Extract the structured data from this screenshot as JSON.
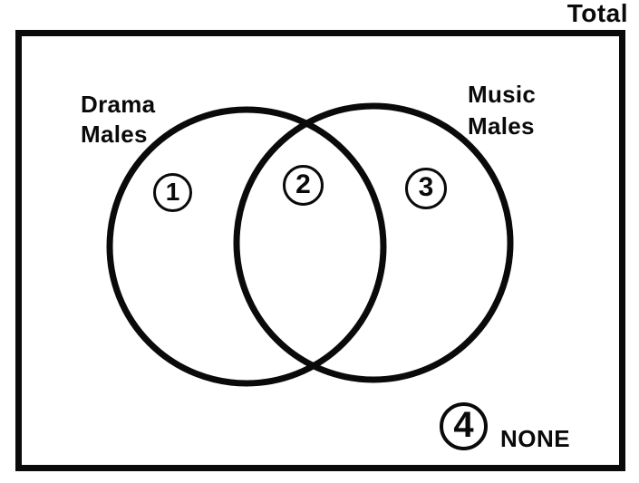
{
  "diagram": {
    "total_label": "Total",
    "left_set_label": [
      "Drama",
      "Males"
    ],
    "right_set_label": [
      "Music",
      "Males"
    ],
    "markers": {
      "region1": "1",
      "region2": "2",
      "region3": "3",
      "region4": "4"
    },
    "none_label": "NONE",
    "colors": {
      "ink": "#0a0a0a",
      "background": "#ffffff"
    }
  }
}
